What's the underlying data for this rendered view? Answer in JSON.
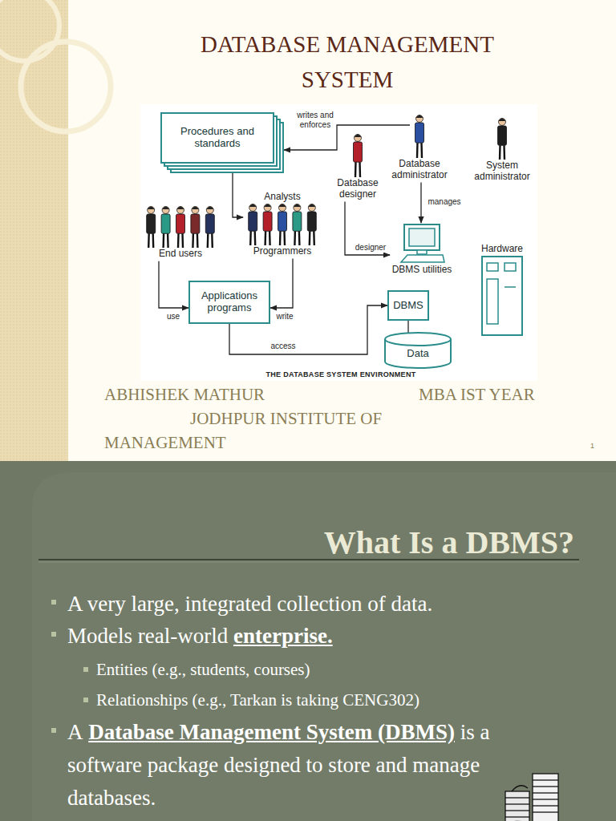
{
  "diagram": {
    "title": "DATABASE MANAGEMENT SYSTEM",
    "caption": "THE DATABASE SYSTEM ENVIRONMENT",
    "nodes": [
      {
        "text": [
          "Procedures and standards"
        ]
      },
      {
        "text": [
          "Database designer"
        ]
      },
      {
        "text": [
          "Database administrator"
        ]
      },
      {
        "text": [
          "System administrator"
        ]
      },
      {
        "text": [
          "End users"
        ]
      },
      {
        "text": [
          "Analysts",
          "Programmers"
        ]
      },
      {
        "text": [
          "DBMS utilities"
        ]
      },
      {
        "text": [
          "Hardware"
        ]
      },
      {
        "text": [
          "Applications programs"
        ]
      },
      {
        "text": [
          "DBMS"
        ]
      },
      {
        "text": [
          "Data"
        ]
      }
    ],
    "edges": [
      {
        "from": 2,
        "to": 0,
        "label": "writes and enforces",
        "arrow": "to"
      },
      {
        "from": 0,
        "to": 5,
        "arrow": "to"
      },
      {
        "from": 1,
        "to": 6,
        "label": "designer",
        "arrow": "to"
      },
      {
        "from": 2,
        "to": 6,
        "label": "manages",
        "arrow": "to"
      },
      {
        "from": 4,
        "to": 8,
        "label": "use",
        "arrow": "to"
      },
      {
        "from": 5,
        "to": 8,
        "label": "write",
        "arrow": "to"
      },
      {
        "from": 8,
        "to": 9,
        "label": "access",
        "arrow": "to"
      },
      {
        "from": 9,
        "to": 10,
        "arrow": "none"
      }
    ],
    "labels": [
      "ABHISHEK MATHUR",
      "MBA IST YEAR",
      "JODHPUR INSTITUTE OF MANAGEMENT",
      "1",
      "What Is a DBMS?",
      "A very large, integrated collection of data.",
      "Models real-world",
      "enterprise.",
      "Entities (e.g., students, courses)",
      "Relationships (e.g., Tarkan is taking CENG302)",
      "A",
      "Database Management System (DBMS)",
      "is a software package designed to store and manage databases."
    ]
  }
}
